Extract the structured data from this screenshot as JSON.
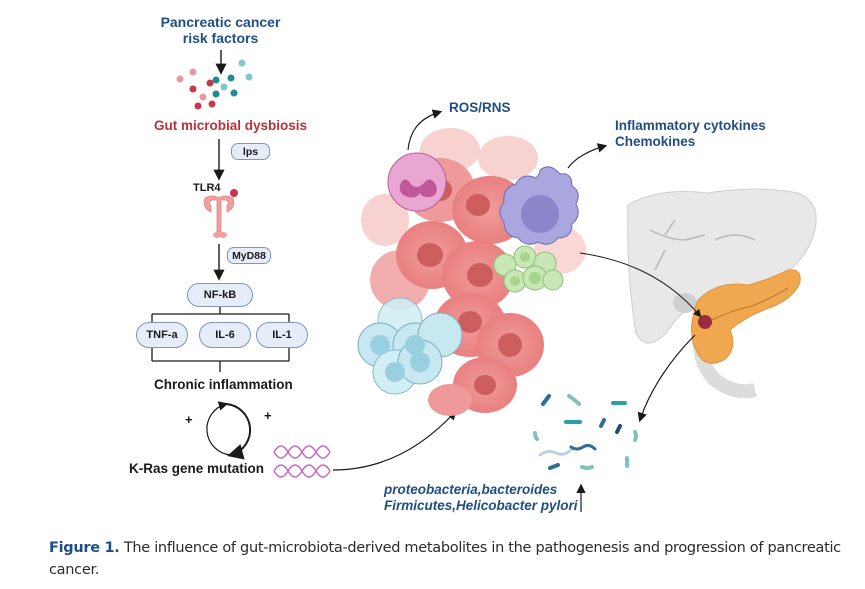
{
  "left_pathway": {
    "risk_factors_title": "Pancreatic cancer risk factors",
    "risk_factors_line1": "Pancreatic cancer",
    "risk_factors_line2": "risk factors",
    "dysbiosis_label": "Gut microbial dysbiosis",
    "lps_label": "lps",
    "receptor_label": "TLR4",
    "adaptor_label": "MyD88",
    "transcription_factor_label": "NF-kB",
    "cytokines": [
      "TNF-a",
      "IL-6",
      "IL-1"
    ],
    "chronic_label": "Chronic inflammation",
    "plus_left": "+",
    "plus_right": "+",
    "mutation_label": "K-Ras gene  mutation"
  },
  "center": {
    "ros_label": "ROS/RNS",
    "cytokines_line1": "Inflammatory cytokines",
    "cytokines_line2": "Chemokines"
  },
  "bacteria": {
    "line1": "proteobacteria,bacteroides",
    "line2": "Firmicutes,Helicobacter pylori"
  },
  "caption": {
    "figure_label": "Figure 1.",
    "text": " The influence of gut-microbiota-derived metabolites in the pathogenesis and progression of pancreatic cancer."
  },
  "colors": {
    "title_blue": "#1f4e87",
    "dysbiosis_red": "#b7323a",
    "pill_fill": "#e6edf8",
    "pill_border": "#7f96b9",
    "tumor_pink": "#ec8f8f",
    "pancreas_orange": "#f0a850"
  }
}
